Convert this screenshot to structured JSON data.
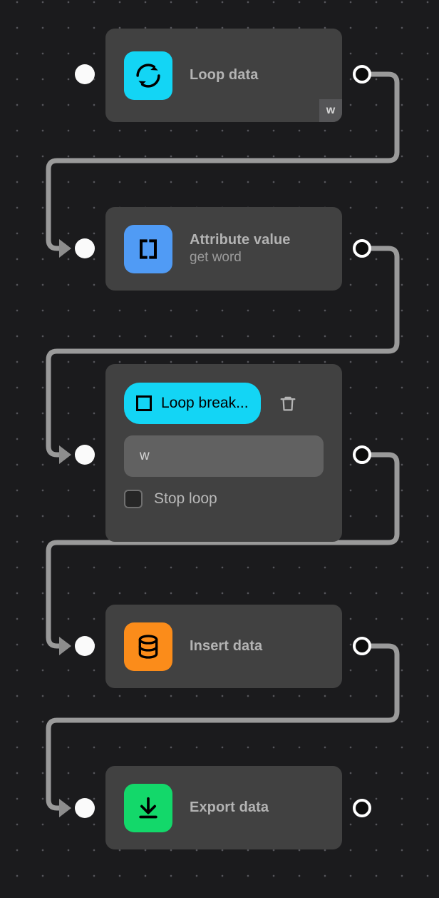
{
  "canvas": {
    "background_color": "#1b1b1d",
    "grid_dot_color": "#55555a",
    "edge_color": "#9a9a9a"
  },
  "nodes": [
    {
      "id": "loop-data",
      "title": "Loop data",
      "subtitle": "",
      "icon": "loop-refresh-icon",
      "icon_color": "#13D5F5",
      "badge": "w"
    },
    {
      "id": "attribute-value",
      "title": "Attribute value",
      "subtitle": "get word",
      "icon": "brackets-icon",
      "icon_color": "#509BF5",
      "badge": ""
    },
    {
      "id": "loop-break",
      "title": "Loop break...",
      "button_label": "Loop break...",
      "button_color": "#13D5F5",
      "button_icon": "square-outline-icon",
      "delete_icon": "trash-icon",
      "field_value": "w",
      "checkbox_label": "Stop loop",
      "checkbox_checked": false
    },
    {
      "id": "insert-data",
      "title": "Insert data",
      "subtitle": "",
      "icon": "database-icon",
      "icon_color": "#FB8C1A",
      "badge": ""
    },
    {
      "id": "export-data",
      "title": "Export data",
      "subtitle": "",
      "icon": "download-icon",
      "icon_color": "#13D86A",
      "badge": ""
    }
  ]
}
